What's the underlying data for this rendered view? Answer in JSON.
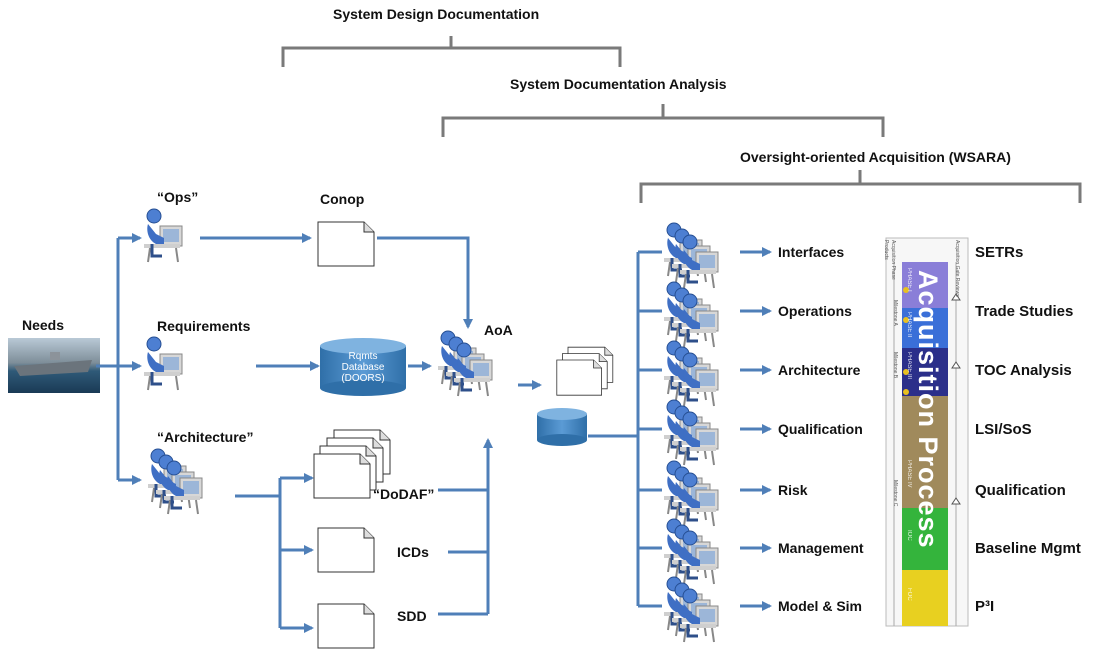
{
  "headers": {
    "design": "System Design Documentation",
    "analysis": "System Documentation Analysis",
    "oversight": "Oversight-oriented Acquisition (WSARA)"
  },
  "left": {
    "needs": "Needs",
    "ops": "“Ops”",
    "requirements": "Requirements",
    "architecture": "“Architecture”",
    "conop": "Conop",
    "database_lines": [
      "Rqmts",
      "Database",
      "(DOORS)"
    ],
    "dodaf": "“DoDAF”",
    "icds": "ICDs",
    "sdd": "SDD",
    "aoa": "AoA"
  },
  "activities": [
    {
      "label": "Interfaces",
      "result": "SETRs"
    },
    {
      "label": "Operations",
      "result": "Trade Studies"
    },
    {
      "label": "Architecture",
      "result": "TOC Analysis"
    },
    {
      "label": "Qualification",
      "result": "LSI/SoS"
    },
    {
      "label": "Risk",
      "result": "Qualification"
    },
    {
      "label": "Management",
      "result": "Baseline Mgmt"
    },
    {
      "label": "Model & Sim",
      "result": "P³I"
    }
  ],
  "acquisition": {
    "title": "Acquisition Process",
    "phase_labels": [
      "PHASE I",
      "PHASE II",
      "PHASE III",
      "PHASE IV",
      "IOC",
      "FOC"
    ],
    "milestones": [
      "Milestone A",
      "Milestone B",
      "Milestone C"
    ],
    "column_labels": [
      "Acquisition Phase",
      "Products",
      "Acquisition Gate Reviews"
    ],
    "band_colors": [
      "#8a7ed8",
      "#3a6fd8",
      "#2b2f8a",
      "#a08a5c",
      "#34b43c",
      "#e8d020"
    ]
  },
  "colors": {
    "arrow": "#4f7fb8",
    "bracket": "#7a7a7a",
    "person": "#3f6fc4"
  }
}
